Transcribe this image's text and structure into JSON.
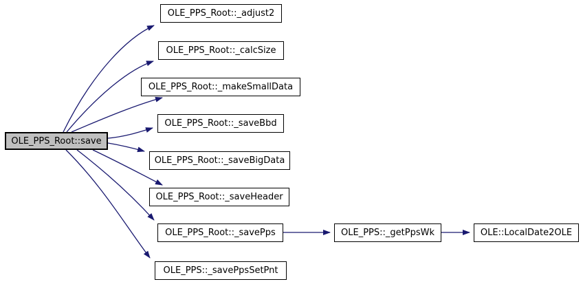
{
  "diagram": {
    "type": "call-graph",
    "colors": {
      "edge": "#191970",
      "node_border": "#000000",
      "node_fill": "#ffffff",
      "focus_node_fill": "#bfbfbf",
      "text": "#000000",
      "background": "#ffffff"
    },
    "nodes": [
      {
        "id": "save",
        "label": "OLE_PPS_Root::save",
        "focus": true
      },
      {
        "id": "adjust2",
        "label": "OLE_PPS_Root::_adjust2",
        "focus": false
      },
      {
        "id": "calcSize",
        "label": "OLE_PPS_Root::_calcSize",
        "focus": false
      },
      {
        "id": "makeSmallData",
        "label": "OLE_PPS_Root::_makeSmallData",
        "focus": false
      },
      {
        "id": "saveBbd",
        "label": "OLE_PPS_Root::_saveBbd",
        "focus": false
      },
      {
        "id": "saveBigData",
        "label": "OLE_PPS_Root::_saveBigData",
        "focus": false
      },
      {
        "id": "saveHeader",
        "label": "OLE_PPS_Root::_saveHeader",
        "focus": false
      },
      {
        "id": "savePps",
        "label": "OLE_PPS_Root::_savePps",
        "focus": false
      },
      {
        "id": "savePpsSetPnt",
        "label": "OLE_PPS::_savePpsSetPnt",
        "focus": false
      },
      {
        "id": "getPpsWk",
        "label": "OLE_PPS::_getPpsWk",
        "focus": false
      },
      {
        "id": "localDate2OLE",
        "label": "OLE::LocalDate2OLE",
        "focus": false
      }
    ],
    "edges": [
      {
        "from": "save",
        "to": "adjust2"
      },
      {
        "from": "save",
        "to": "calcSize"
      },
      {
        "from": "save",
        "to": "makeSmallData"
      },
      {
        "from": "save",
        "to": "saveBbd"
      },
      {
        "from": "save",
        "to": "saveBigData"
      },
      {
        "from": "save",
        "to": "saveHeader"
      },
      {
        "from": "save",
        "to": "savePps"
      },
      {
        "from": "save",
        "to": "savePpsSetPnt"
      },
      {
        "from": "savePps",
        "to": "getPpsWk"
      },
      {
        "from": "getPpsWk",
        "to": "localDate2OLE"
      }
    ]
  }
}
